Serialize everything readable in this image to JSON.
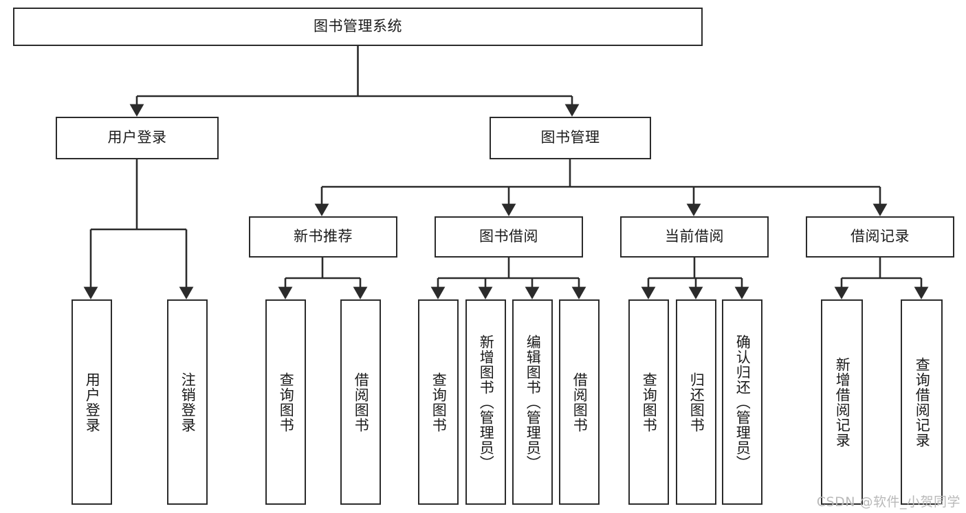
{
  "diagram": {
    "title": "图书管理系统",
    "watermark": "CSDN @软件_小贺同学",
    "stroke_color": "#2b2b2b",
    "text_color": "#1a1a1a",
    "background_color": "#ffffff",
    "watermark_color": "#b9b9b9",
    "nodes": {
      "root": "图书管理系统",
      "user_login": "用户登录",
      "book_manage": "图书管理",
      "new_book_recommend": "新书推荐",
      "book_borrow": "图书借阅",
      "current_borrow": "当前借阅",
      "borrow_record": "借阅记录",
      "leaf_user_login": "用户登录",
      "leaf_user_logout": "注销登录",
      "leaf_query_book_a": "查询图书",
      "leaf_borrow_book_a": "借阅图书",
      "leaf_query_book_b": "查询图书",
      "leaf_add_book_admin": "新增图书（管理员）",
      "leaf_edit_book_admin": "编辑图书（管理员）",
      "leaf_borrow_book_b": "借阅图书",
      "leaf_query_book_c": "查询图书",
      "leaf_return_book": "归还图书",
      "leaf_confirm_return_admin": "确认归还（管理员）",
      "leaf_add_record": "新增借阅记录",
      "leaf_query_record": "查询借阅记录"
    },
    "hierarchy": [
      {
        "label": "图书管理系统",
        "children": [
          {
            "label": "用户登录",
            "children": [
              {
                "label": "用户登录"
              },
              {
                "label": "注销登录"
              }
            ]
          },
          {
            "label": "图书管理",
            "children": [
              {
                "label": "新书推荐",
                "children": [
                  {
                    "label": "查询图书"
                  },
                  {
                    "label": "借阅图书"
                  }
                ]
              },
              {
                "label": "图书借阅",
                "children": [
                  {
                    "label": "查询图书"
                  },
                  {
                    "label": "新增图书（管理员）"
                  },
                  {
                    "label": "编辑图书（管理员）"
                  },
                  {
                    "label": "借阅图书"
                  }
                ]
              },
              {
                "label": "当前借阅",
                "children": [
                  {
                    "label": "查询图书"
                  },
                  {
                    "label": "归还图书"
                  },
                  {
                    "label": "确认归还（管理员）"
                  }
                ]
              },
              {
                "label": "借阅记录",
                "children": [
                  {
                    "label": "新增借阅记录"
                  },
                  {
                    "label": "查询借阅记录"
                  }
                ]
              }
            ]
          }
        ]
      }
    ]
  }
}
